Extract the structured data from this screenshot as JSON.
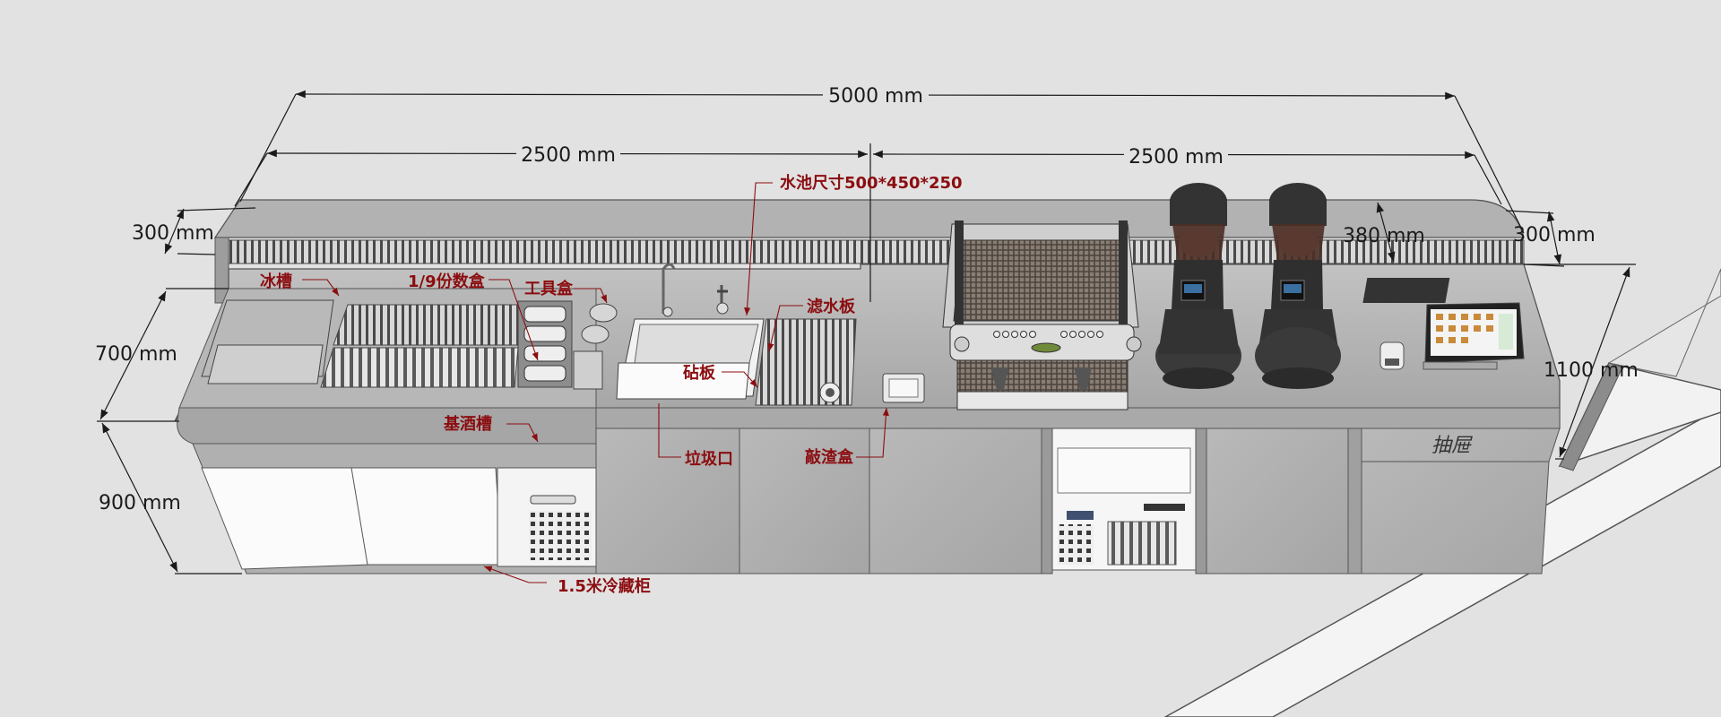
{
  "dimensions": {
    "total_length": "5000 mm",
    "left_length": "2500 mm",
    "right_length": "2500 mm",
    "left_depth_top": "300 mm",
    "right_depth_top": "300 mm",
    "back_ledge_depth": "380 mm",
    "counter_depth": "700 mm",
    "counter_height": "900 mm",
    "total_height": "1100 mm"
  },
  "labels": {
    "ice_bin": "冰槽",
    "ninth_pan": "1/9份数盒",
    "tool_box": "工具盒",
    "sink_size": "水池尺寸500*450*250",
    "drain_board": "滤水板",
    "cutting_board": "砧板",
    "base_liquor_rail": "基酒槽",
    "trash_opening": "垃圾口",
    "knock_box": "敲渣盒",
    "fridge": "1.5米冷藏柜"
  },
  "drawer_brand": "抽屉",
  "colors": {
    "background": "#e2e2e2",
    "annotation": "#8b0d10",
    "counter_top": "#a9a9a9",
    "cabinet_front": "#b4b4b4",
    "fridge_door": "#f7f7f7",
    "dimension_line": "#1a1a1a"
  }
}
